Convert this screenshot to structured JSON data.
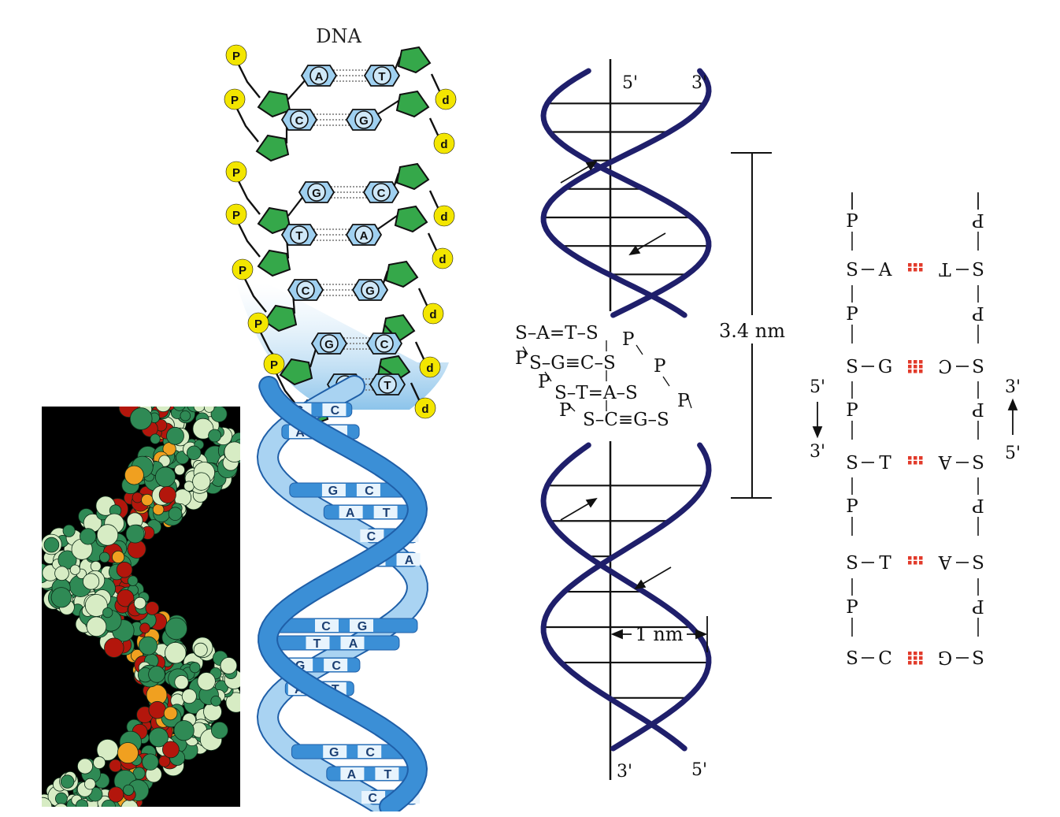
{
  "colors": {
    "helix_dark": "#1f1f6b",
    "helix_blue": "#3b8fd6",
    "helix_light": "#a9d3f2",
    "sugar_green": "#35a84a",
    "base_blue": "#9fd0f0",
    "phosphate_yellow": "#f3e600",
    "bond_red": "#e23a2a",
    "model_bg": "#000000",
    "atom_green": "#2f8a55",
    "atom_pale": "#d7ecc4",
    "atom_red": "#b3160c",
    "atom_orange": "#f0a020"
  },
  "ladder": {
    "title": "DNA",
    "phosphate": "P",
    "deoxyribose": "d",
    "rungs": [
      {
        "left": "A",
        "right": "T"
      },
      {
        "left": "C",
        "right": "G"
      },
      {
        "left": "G",
        "right": "C"
      },
      {
        "left": "T",
        "right": "A"
      },
      {
        "left": "C",
        "right": "G"
      },
      {
        "left": "G",
        "right": "C"
      },
      {
        "left": "A",
        "right": "T"
      }
    ]
  },
  "ribbon_pairs": [
    {
      "left": "G",
      "right": "C"
    },
    {
      "left": "A",
      "right": ""
    },
    {
      "left": "G",
      "right": "C"
    },
    {
      "left": "A",
      "right": "T"
    },
    {
      "left": "C",
      "right": "G"
    },
    {
      "left": "T",
      "right": "A"
    },
    {
      "left": "C",
      "right": "G"
    },
    {
      "left": "T",
      "right": "A"
    },
    {
      "left": "G",
      "right": "C"
    },
    {
      "left": "A",
      "right": "T"
    },
    {
      "left": "G",
      "right": "C"
    },
    {
      "left": "A",
      "right": "T"
    },
    {
      "left": "C",
      "right": "G"
    }
  ],
  "schematic": {
    "top_left_end": "5'",
    "top_right_end": "3'",
    "bottom_left_end": "3'",
    "bottom_right_end": "5'",
    "pitch_label": "3.4 nm",
    "radius_label": "1 nm",
    "inset_lines": [
      "S–A=T–S",
      "S–G≡C–S",
      "S–T=A–S",
      "S–C≡G–S"
    ],
    "inset_p": "P"
  },
  "strand": {
    "sugar": "S",
    "phosphate": "P",
    "left_end_top": "5'",
    "left_end_bottom": "3'",
    "right_end_top": "3'",
    "right_end_bottom": "5'",
    "pairs": [
      {
        "left": "A",
        "right": "T"
      },
      {
        "left": "G",
        "right": "C"
      },
      {
        "left": "T",
        "right": "A"
      },
      {
        "left": "T",
        "right": "A"
      },
      {
        "left": "C",
        "right": "G"
      }
    ]
  }
}
